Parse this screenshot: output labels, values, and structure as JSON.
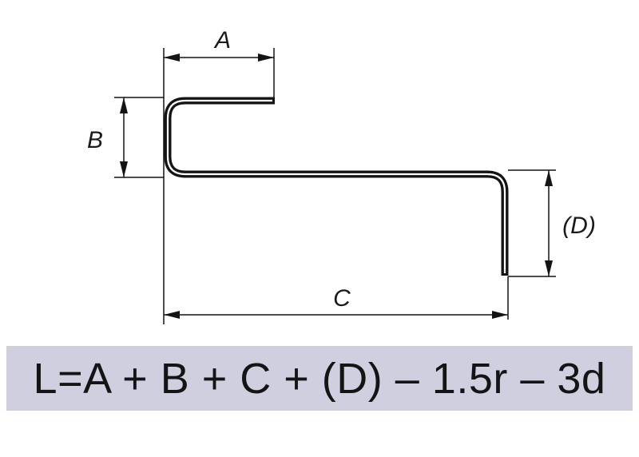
{
  "diagram": {
    "labels": {
      "a": "A",
      "b": "B",
      "c": "C",
      "d": "(D)"
    }
  },
  "formula": {
    "text": "L=A + B + C + (D) – 1.5r – 3d"
  },
  "colors": {
    "line": "#141414",
    "formula_background": "#cfcfdf"
  }
}
